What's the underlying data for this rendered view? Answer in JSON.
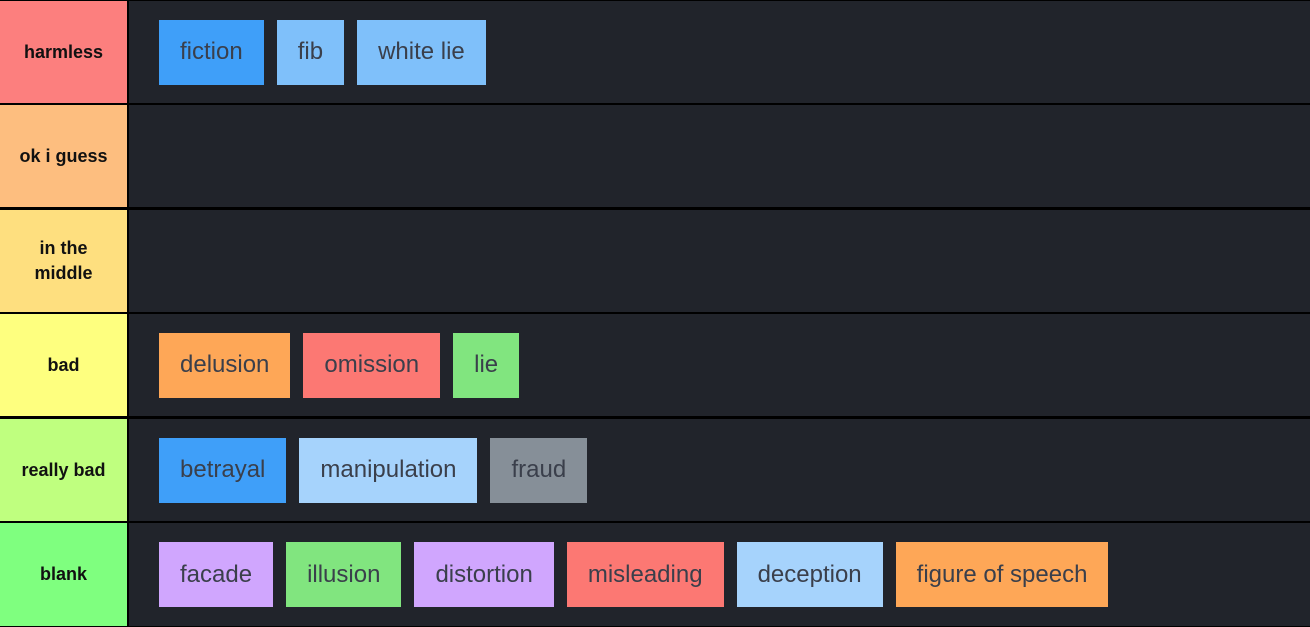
{
  "tiers": [
    {
      "label": "harmless",
      "color": "#fc7f7e",
      "items": [
        {
          "text": "fiction",
          "color": "#3f9ff9"
        },
        {
          "text": "fib",
          "color": "#7fc0fa"
        },
        {
          "text": "white lie",
          "color": "#7fc0fa"
        }
      ]
    },
    {
      "label": "ok i guess",
      "color": "#fdbe7f",
      "items": []
    },
    {
      "label": "in the\nmiddle",
      "color": "#fedf7f",
      "items": []
    },
    {
      "label": "bad",
      "color": "#feff7f",
      "items": [
        {
          "text": "delusion",
          "color": "#fea757"
        },
        {
          "text": "omission",
          "color": "#fc7873"
        },
        {
          "text": "lie",
          "color": "#81e57f"
        }
      ]
    },
    {
      "label": "really bad",
      "color": "#bfff7f",
      "items": [
        {
          "text": "betrayal",
          "color": "#3f9ff9"
        },
        {
          "text": "manipulation",
          "color": "#a6d3fc"
        },
        {
          "text": "fraud",
          "color": "#868f98"
        }
      ]
    },
    {
      "label": "blank",
      "color": "#7fff7f",
      "items": [
        {
          "text": "facade",
          "color": "#d0a6fe"
        },
        {
          "text": "illusion",
          "color": "#81e57f"
        },
        {
          "text": "distortion",
          "color": "#d0a6fe"
        },
        {
          "text": "misleading",
          "color": "#fc7873"
        },
        {
          "text": "deception",
          "color": "#a6d3fc"
        },
        {
          "text": "figure of speech",
          "color": "#fea757"
        }
      ]
    }
  ]
}
